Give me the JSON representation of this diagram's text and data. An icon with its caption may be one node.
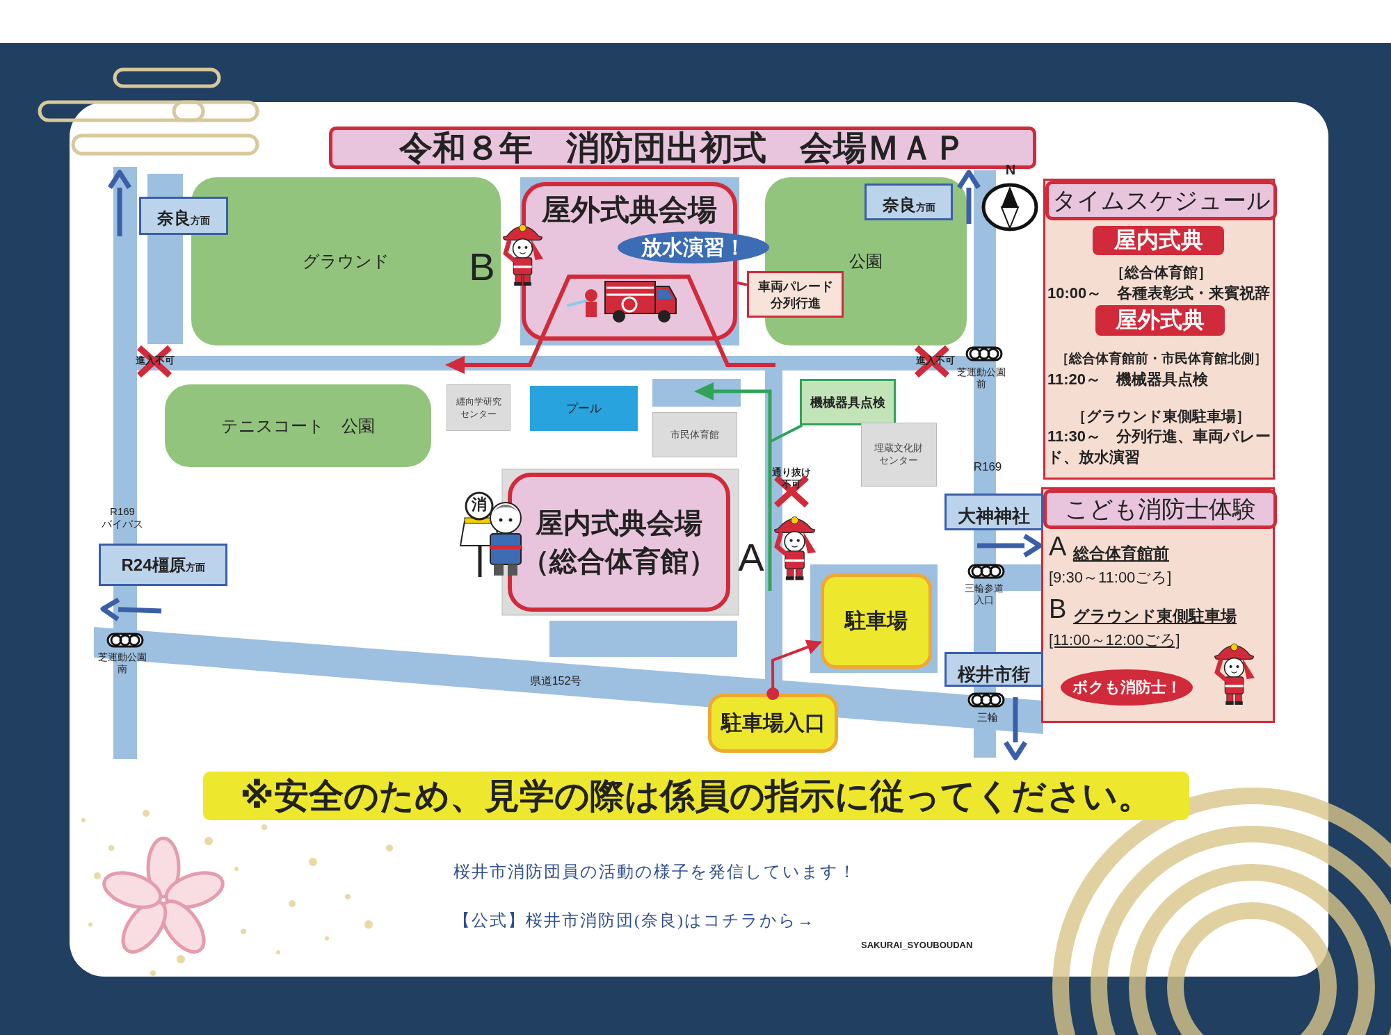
{
  "diagram": {
    "title": "令和８年　消防団出初式　会場ＭＡＰ",
    "nodes": [
      {
        "text": [
          "奈良",
          "方面"
        ]
      },
      {
        "text": [
          "グラウンド"
        ]
      },
      {
        "text": [
          "屋外式典会場"
        ]
      },
      {
        "text": [
          "放水演習！"
        ]
      },
      {
        "text": [
          "公園"
        ]
      },
      {
        "text": [
          "奈良",
          "方面"
        ],
        "in": 4
      },
      {
        "text": [
          "タイムスケジュール",
          "［総合体育館］",
          "10:00～　各種表彰式・来賓祝辞",
          "［総合体育館前・市民体育館北側］",
          "11:20～　機械器具点検",
          "［グラウンド東側駐車場］",
          "11:30～　分列行進、車両パレード、放水演習"
        ]
      },
      {
        "text": [
          "屋内式典"
        ],
        "in": 6
      },
      {
        "text": [
          "屋外式典"
        ],
        "in": 6
      },
      {
        "text": [
          "車両パレード分列行進"
        ]
      },
      {
        "text": [
          "テニスコート　公園"
        ]
      },
      {
        "text": [
          "纒向学研究センター"
        ]
      },
      {
        "text": [
          "プール"
        ]
      },
      {
        "text": [
          "市民体育館"
        ]
      },
      {
        "text": [
          "機械器具点検"
        ]
      },
      {
        "text": [
          "埋蔵文化財センター"
        ]
      },
      {
        "text": [
          "屋内式典会場（総合体育館）"
        ]
      },
      {
        "text": [
          "大神神社"
        ]
      },
      {
        "text": [
          "こども消防士体験",
          "A",
          "総合体育館前",
          "[9:30～11:00ごろ]",
          "B",
          "グラウンド東側駐車場",
          "[11:00～12:00ごろ]"
        ]
      },
      {
        "text": [
          "ボクも消防士！"
        ],
        "in": 18
      },
      {
        "text": [
          "R24橿原",
          "方面"
        ]
      },
      {
        "text": [
          "駐車場"
        ]
      },
      {
        "text": [
          "桜井市街"
        ]
      },
      {
        "text": [
          "駐車場入口"
        ]
      },
      {
        "text": [
          "※安全のため、見学の際は係員の指示に従ってください。"
        ]
      }
    ],
    "edges": [
      {
        "from": 23,
        "to": 21,
        "arrow": "to",
        "color": "#d12a3a"
      },
      {
        "from": 9,
        "to": 2,
        "arrow": "none",
        "color": "#d12a3a"
      },
      {
        "from": 14,
        "to": null,
        "arrow": "none",
        "color": "#2fa35a"
      }
    ],
    "labels": [
      "N",
      "B",
      "進入不可",
      "進入不可",
      "芝運動公園前",
      "R169",
      "通り抜け不可",
      "消",
      "R169 バイパス",
      "A",
      "三輪参道入口",
      "芝運動公園南",
      "県道152号",
      "三輪",
      "桜井市消防団員の活動の様子を発信しています！",
      "【公式】桜井市消防団(奈良)はコチラから→",
      "SAKURAI_SYOUBOUDAN"
    ]
  }
}
